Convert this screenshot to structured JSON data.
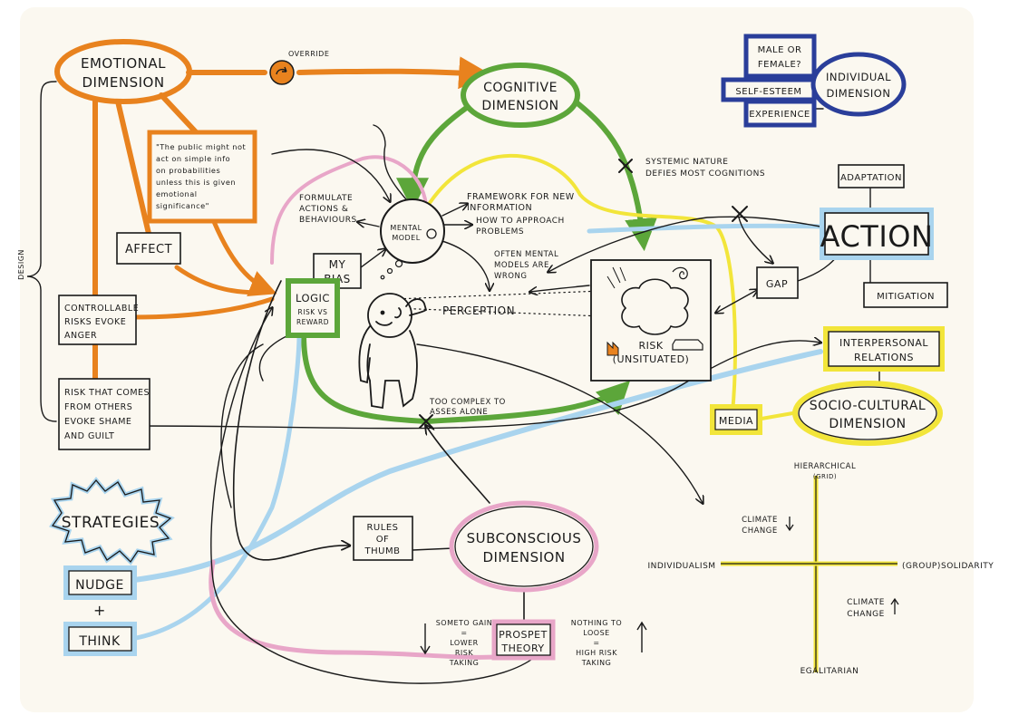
{
  "colors": {
    "orange": "#e8821e",
    "green": "#5ca63a",
    "pink": "#e8a6c8",
    "yellow": "#f2e53a",
    "blue": "#2a3e9a",
    "lightblue": "#a9d4ee",
    "ink": "#1a1a1a"
  },
  "emotional": {
    "title_l1": "EMOTIONAL",
    "title_l2": "DIMENSION",
    "override": "OVERRIDE",
    "quote": [
      "\"The public might not",
      "act on simple info",
      "on probabilities",
      "unless this is given",
      "emotional",
      "significance\""
    ],
    "affect": "AFFECT",
    "controllable": [
      "CONTROLLABLE",
      "RISKS EVOKE",
      "ANGER"
    ],
    "others": [
      "RISK THAT COMES",
      "FROM OTHERS",
      "EVOKE SHAME",
      "AND GUILT"
    ],
    "design": "DESIGN"
  },
  "cognitive": {
    "title_l1": "COGNITIVE",
    "title_l2": "DIMENSION",
    "systemic": [
      "SYSTEMIC NATURE",
      "DEFIES MOST COGNITIONS"
    ],
    "framework": [
      "FRAMEWORK FOR NEW",
      "INFORMATION"
    ],
    "approach": [
      "HOW TO APPROACH",
      "PROBLEMS"
    ],
    "formulate": [
      "FORMULATE",
      "ACTIONS &",
      "BEHAVIOURS"
    ],
    "mental_model": [
      "MENTAL",
      "MODEL"
    ],
    "often": [
      "OFTEN MENTAL",
      "MODELS ARE",
      "WRONG"
    ],
    "my_bias": [
      "MY",
      "BIAS"
    ],
    "logic": [
      "LOGIC",
      "RISK VS",
      "REWARD"
    ],
    "perception": "PERCEPTION",
    "too_complex": [
      "TOO COMPLEX TO",
      "ASSES ALONE"
    ],
    "risk": [
      "RISK",
      "(UNSITUATED)"
    ]
  },
  "individual": {
    "male": [
      "MALE OR",
      "FEMALE?"
    ],
    "self_esteem": "SELF-ESTEEM",
    "experience": "EXPERIENCE",
    "title_l1": "INDIVIDUAL",
    "title_l2": "DIMENSION"
  },
  "action": {
    "adaptation": "ADAPTATION",
    "action": "ACTION",
    "gap": "GAP",
    "mitigation": "MITIGATION"
  },
  "socio": {
    "interpersonal": [
      "INTERPERSONAL",
      "RELATIONS"
    ],
    "title_l1": "SOCIO-CULTURAL",
    "title_l2": "DIMENSION",
    "media": "MEDIA"
  },
  "strategies": {
    "title": "STRATEGIES",
    "nudge": "NUDGE",
    "plus": "+",
    "think": "THINK"
  },
  "subconscious": {
    "rules": [
      "RULES",
      "OF",
      "THUMB"
    ],
    "title_l1": "SUBCONSCIOUS",
    "title_l2": "DIMENSION",
    "prospect": [
      "PROSPET",
      "THEORY"
    ],
    "left": [
      "SOMETO GAIN",
      "=",
      "LOWER",
      "RISK",
      "TAKING"
    ],
    "right": [
      "NOTHING TO",
      "LOOSE",
      "=",
      "HIGH RISK",
      "TAKING"
    ]
  },
  "grid": {
    "top": "HIERARCHICAL",
    "top_sub": "(GRID)",
    "left": "INDIVIDUALISM",
    "right_prefix": "(GROUP)",
    "right": "SOLIDARITY",
    "bottom": "EGALITARIAN",
    "q1": [
      "CLIMATE",
      "CHANGE"
    ],
    "q2": [
      "CLIMATE",
      "CHANGE"
    ]
  }
}
